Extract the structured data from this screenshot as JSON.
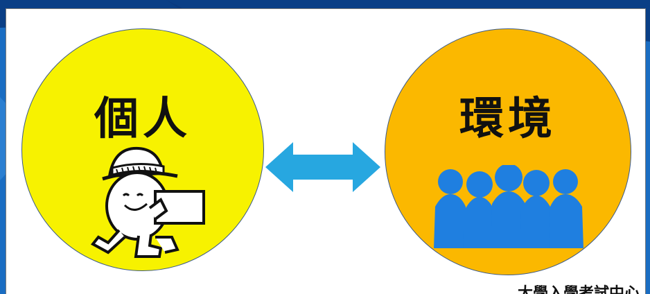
{
  "diagram": {
    "left_label": "個人",
    "right_label": "環境",
    "credit": "大學入學考試中心"
  },
  "colors": {
    "left_circle": "#f7f200",
    "right_circle": "#fbb800",
    "arrow": "#27a7e0",
    "people": "#1f7fe0",
    "background": "#0f56a8"
  },
  "icons": {
    "left": "walking-character-with-hat-icon",
    "right": "crowd-icon",
    "connector": "double-arrow-icon"
  }
}
